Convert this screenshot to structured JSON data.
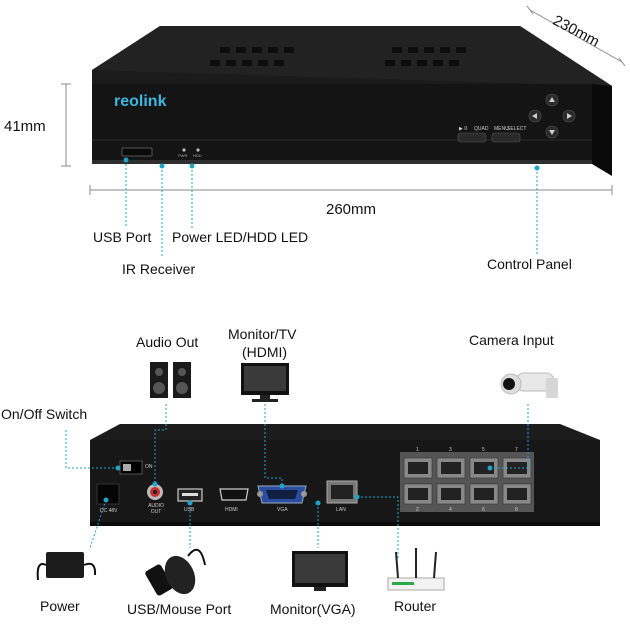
{
  "dimensions": {
    "depth": "230mm",
    "height": "41mm",
    "width": "260mm"
  },
  "front_panel": {
    "brand": "reolink",
    "led_labels": [
      "PWR",
      "HDD"
    ],
    "button_labels": [
      "▶ II",
      "QUAD",
      "MENU",
      "SELECT"
    ],
    "callouts": {
      "usb_port": "USB Port",
      "power_hdd_led": "Power LED/HDD LED",
      "ir_receiver": "IR Receiver",
      "control_panel": "Control Panel"
    }
  },
  "rear_panel": {
    "port_labels": {
      "power_switch": "ON",
      "dc": "DC 48V",
      "audio": "AUDIO OUT",
      "usb": "USB",
      "hdmi": "HDMI",
      "vga": "VGA",
      "lan": "LAN"
    },
    "poe_numbers_top": [
      "1",
      "3",
      "5",
      "7"
    ],
    "poe_numbers_bottom": [
      "2",
      "4",
      "6",
      "8"
    ],
    "callouts": {
      "audio_out": "Audio Out",
      "monitor_tv": "Monitor/TV",
      "hdmi": "(HDMI)",
      "camera_input": "Camera Input",
      "on_off_switch": "On/Off Switch",
      "power": "Power",
      "usb_mouse_port": "USB/Mouse Port",
      "monitor_vga": "Monitor(VGA)",
      "router": "Router"
    }
  },
  "colors": {
    "accent": "#1fa3c9",
    "device_body": "#141414"
  }
}
